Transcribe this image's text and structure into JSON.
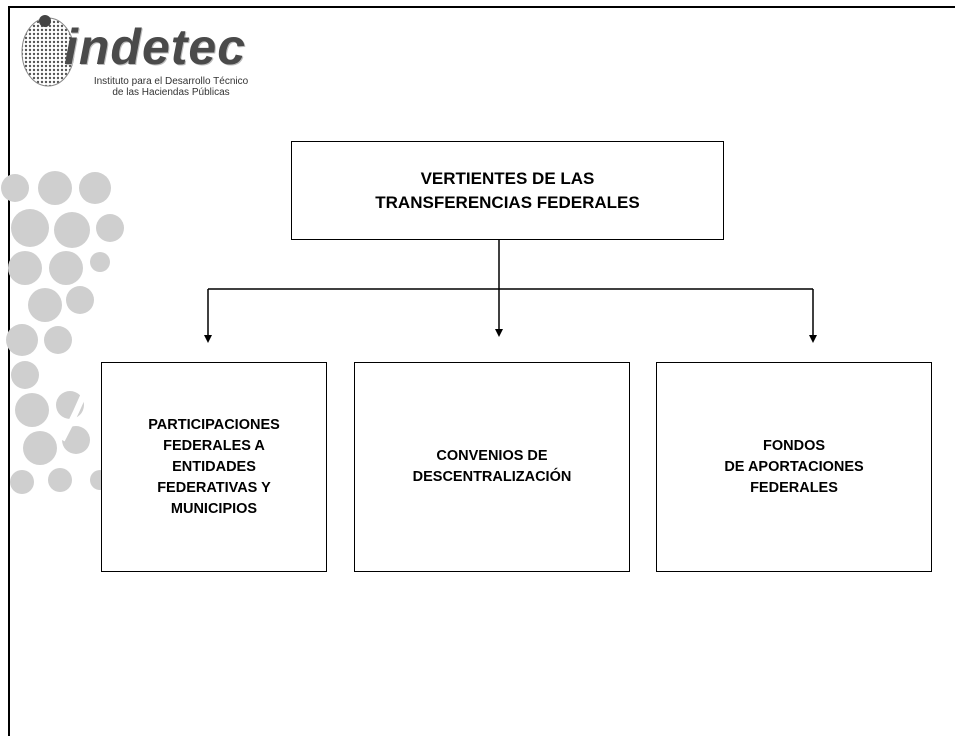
{
  "logo": {
    "name": "indetec",
    "subtitle_line1": "Instituto para el Desarrollo Técnico",
    "subtitle_line2": "de las Haciendas Públicas"
  },
  "diagram": {
    "root": {
      "label": "VERTIENTES DE LAS\nTRANSFERENCIAS FEDERALES"
    },
    "children": [
      {
        "label": "PARTICIPACIONES\nFEDERALES A\nENTIDADES\nFEDERATIVAS Y\nMUNICIPIOS"
      },
      {
        "label": "CONVENIOS DE\nDESCENTRALIZACIÓN"
      },
      {
        "label": "FONDOS\nDE APORTACIONES\nFEDERALES"
      }
    ]
  }
}
